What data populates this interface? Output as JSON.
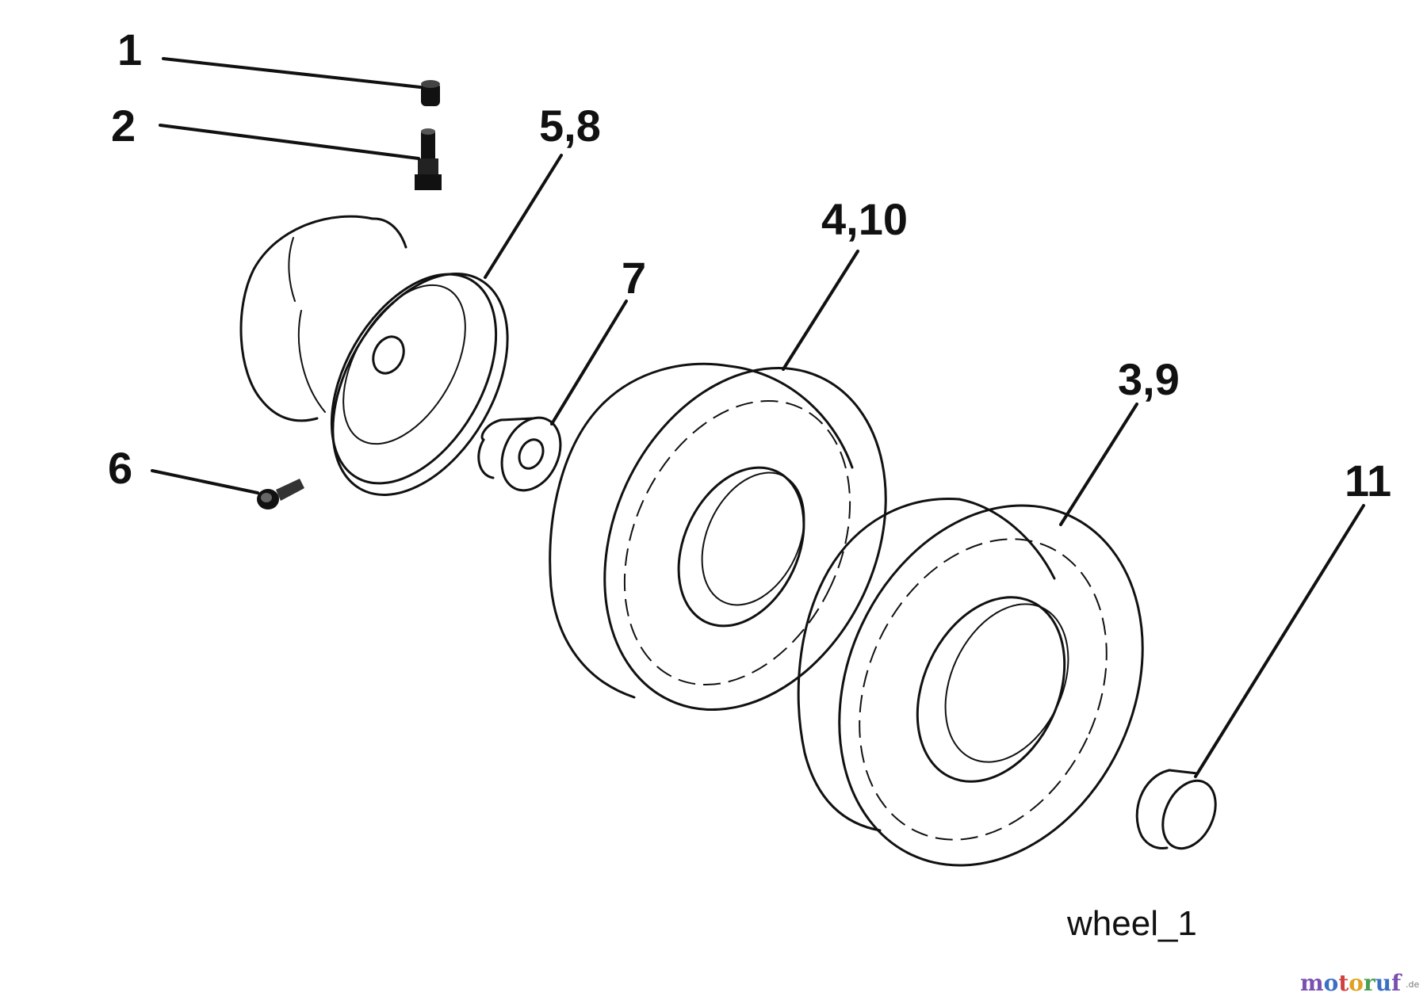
{
  "diagram": {
    "id_label": "wheel_1",
    "callouts": [
      "1",
      "2",
      "5,8",
      "4,10",
      "7",
      "3,9",
      "6",
      "11"
    ]
  },
  "watermark": {
    "text": "motoruf",
    "suffix": ".de",
    "colors": [
      "#7a4fb0",
      "#3b6fc4",
      "#d04040",
      "#e0a020",
      "#4aa050",
      "#3b6fc4",
      "#7a4fb0"
    ]
  }
}
